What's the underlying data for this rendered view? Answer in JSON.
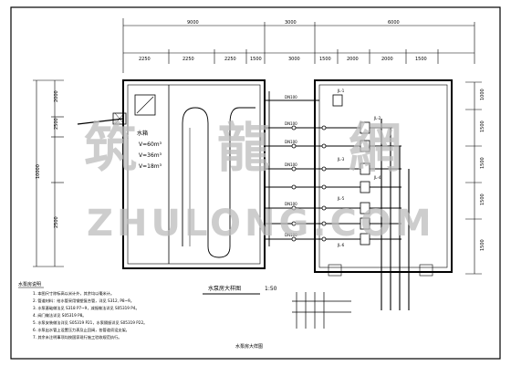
{
  "drawing": {
    "title": "水泵房大样图",
    "scale": "1:50",
    "bottom_caption": "水泵房大样图",
    "notes_title": "水泵房说明",
    "notes": [
      "1. 本图尺寸除标高以米计外，其余均以毫米计。",
      "2. 管道材料：给水管采用钢塑复合管，详见 S312, P8~9。",
      "3. 水泵基础做法见 S318 P7~9，减振做法详见 S05319 P4。",
      "4. 阀门做法详见 S05319 P8。",
      "5. 水泵安装做法详见 S05319 P21，水泵隔振详见 S05319 P22。",
      "6. 水泵出水管上设置压力表及止回阀，各管道须设支架。",
      "7. 其余未注明事项均按国家现行施工验收规范执行。"
    ],
    "top_dimensions_total": [
      "9000",
      "3000",
      "6000"
    ],
    "top_dimensions_segments": [
      "2250",
      "2250",
      "2250",
      "1500",
      "3000",
      "1500",
      "2000",
      "2000",
      "1500"
    ],
    "left_dimensions": [
      "2000",
      "2500",
      "2500",
      "10000"
    ],
    "right_dimensions": [
      "1000",
      "1500",
      "1500",
      "1500",
      "1500"
    ],
    "tank_label": "水箱",
    "tank_specs": [
      "V=60m³",
      "V=36m³",
      "V=18m³"
    ],
    "pump_room_labels": [
      "DN100",
      "DN100",
      "DN100",
      "DN100",
      "DN100",
      "DN100"
    ],
    "pipe_labels": [
      "JL-1",
      "JL-2",
      "JL-3",
      "JL-4",
      "JL-5",
      "JL-6"
    ],
    "watermark": {
      "cn": [
        "筑",
        "龍",
        "網"
      ],
      "en": "ZHULONG.COM"
    }
  }
}
